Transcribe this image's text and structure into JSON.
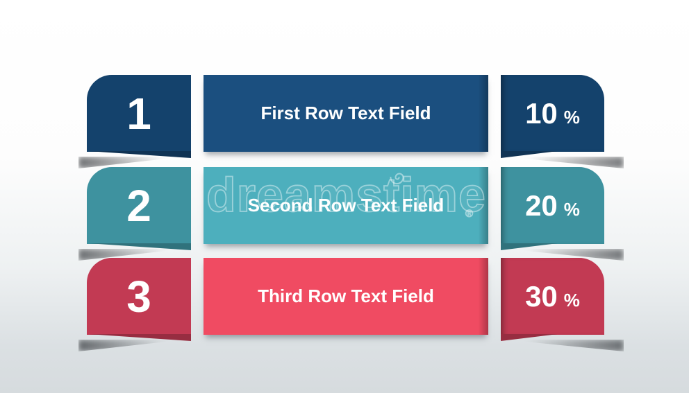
{
  "infographic": {
    "description": "3-row table infographic with numbered tabs and percentage values",
    "background_top": "#ffffff",
    "background_bottom": "#d6dbde"
  },
  "rows": [
    {
      "number": "1",
      "label": "First Row Text Field",
      "value": "10",
      "unit": "%",
      "color_dark": "#14426C",
      "color_mid": "#1B4F7F"
    },
    {
      "number": "2",
      "label": "Second Row Text Field",
      "value": "20",
      "unit": "%",
      "color_dark": "#3E929F",
      "color_mid": "#4DAFBD"
    },
    {
      "number": "3",
      "label": "Third Row Text Field",
      "value": "30",
      "unit": "%",
      "color_dark": "#C23A53",
      "color_mid": "#F04B62"
    }
  ],
  "watermark": {
    "text": "dreamstime",
    "registered_mark": "®"
  }
}
